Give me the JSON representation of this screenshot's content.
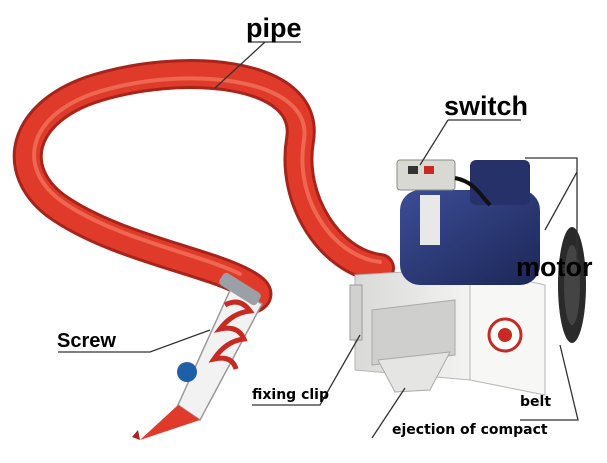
{
  "labels": {
    "pipe": "pipe",
    "switch": "switch",
    "motor": "motor",
    "screw": "Screw",
    "fixing_clip": "fixing clip",
    "belt": "belt",
    "ejection": "ejection of compact"
  },
  "colors": {
    "hose": "#e03a2a",
    "hose_highlight": "#f47a62",
    "motor_body": "#2c3b7a",
    "housing": "#e8e8e6",
    "leader": "#333333"
  }
}
